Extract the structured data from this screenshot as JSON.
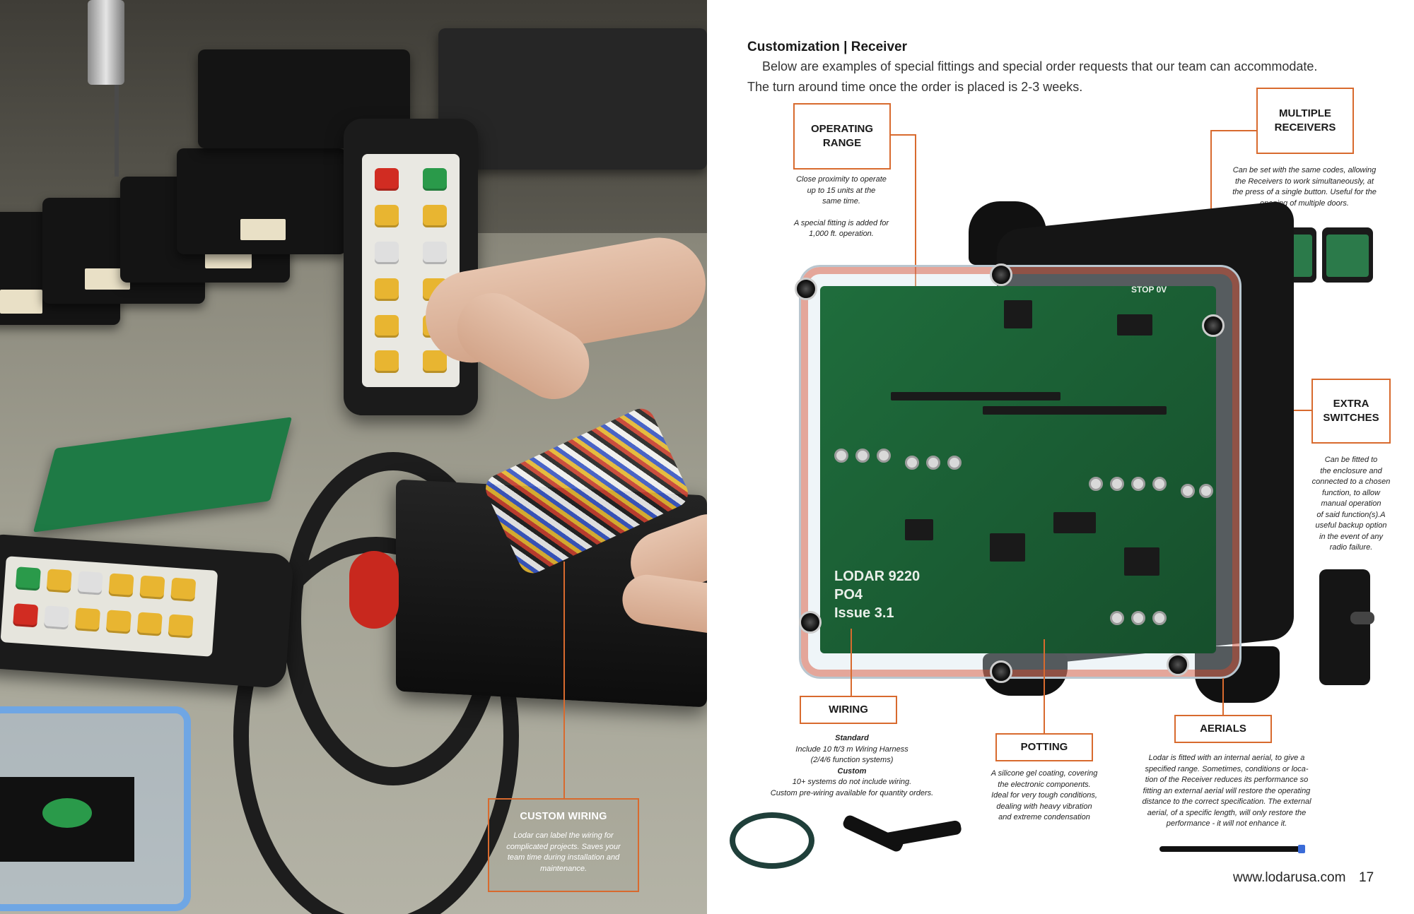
{
  "page": {
    "title": "Customization | Receiver",
    "intro_line1": "Below are examples of special fittings and special order requests that our team can accommodate.",
    "intro_line2": "The turn around time once the order is placed is 2-3 weeks.",
    "footer_url": "www.lodarusa.com",
    "page_number": "17"
  },
  "photo_callout": {
    "title": "CUSTOM WIRING",
    "text": "Lodar can label the wiring for complicated projects. Saves your team time during installation and maintenance."
  },
  "callouts": {
    "operating_range": {
      "title_line1": "OPERATING",
      "title_line2": "RANGE",
      "text1_l1": "Close proximity to operate",
      "text1_l2": "up to 15 units at the",
      "text1_l3": "same time.",
      "text2_l1": "A special fitting is added for",
      "text2_l2": "1,000 ft. operation."
    },
    "multiple_receivers": {
      "title_line1": "MULTIPLE",
      "title_line2": "RECEIVERS",
      "text_l1": "Can be set with the same codes, allowing",
      "text_l2": "the Receivers to work simultaneously, at",
      "text_l3": "the press of a single button. Useful for the",
      "text_l4": "opening of multiple doors."
    },
    "extra_switches": {
      "title_line1": "EXTRA",
      "title_line2": "SWITCHES",
      "text_l1": "Can be fitted to",
      "text_l2": "the enclosure and",
      "text_l3": "connected to a chosen",
      "text_l4": "function, to allow",
      "text_l5": "manual operation",
      "text_l6": "of said function(s).A",
      "text_l7": "useful backup option",
      "text_l8": "in the event of any",
      "text_l9": "radio failure."
    },
    "wiring": {
      "title": "WIRING",
      "standard_label": "Standard",
      "standard_l1": "Include 10 ft/3 m Wiring Harness",
      "standard_l2": "(2/4/6 function systems)",
      "custom_label": "Custom",
      "custom_l1": "10+ systems do not include wiring.",
      "custom_l2": "Custom pre-wiring available for quantity orders."
    },
    "potting": {
      "title": "POTTING",
      "text_l1": "A silicone gel coating, covering",
      "text_l2": "the electronic components.",
      "text_l3": "Ideal for very tough conditions,",
      "text_l4": "dealing with heavy vibration",
      "text_l5": "and extreme condensation"
    },
    "aerials": {
      "title": "AERIALS",
      "text_l1": "Lodar is fitted with an internal aerial, to give a",
      "text_l2": "specified range. Sometimes, conditions or loca-",
      "text_l3": "tion of the Receiver reduces its performance so",
      "text_l4": "fitting an external aerial will restore the operating",
      "text_l5": "distance to the correct specification. The external",
      "text_l6": "aerial, of a specific length, will only restore the",
      "text_l7": "performance - it will not enhance it."
    }
  },
  "pcb": {
    "brand": "LODAR 9220",
    "model": "PO4",
    "issue": "Issue 3.1",
    "stop_label": "STOP 0V"
  },
  "colors": {
    "accent": "#d86a2e",
    "pcb_green": "#1f6d3c",
    "text": "#1a1a1a"
  }
}
